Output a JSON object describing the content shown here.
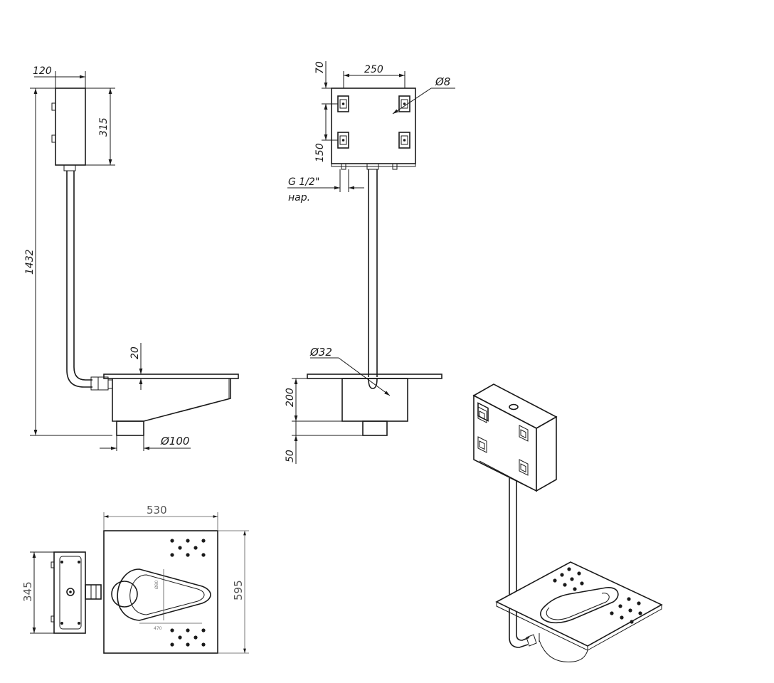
{
  "side_view": {
    "dim_width": "120",
    "dim_tank_height": "315",
    "dim_total_height": "1432",
    "dim_plate": "20",
    "dim_outlet": "Ø100"
  },
  "front_view": {
    "dim_top": "70",
    "dim_width": "250",
    "dim_hole": "Ø8",
    "dim_hole_spacing": "150",
    "dim_thread": "G 1/2\"",
    "dim_thread_note": "нар.",
    "dim_pipe": "Ø32",
    "dim_bowl_depth": "200",
    "dim_outlet_height": "50"
  },
  "plan_view": {
    "dim_width": "530",
    "dim_length": "595",
    "dim_tank_width": "345",
    "dim_small_a": "Ø80",
    "dim_small_b": "470"
  }
}
